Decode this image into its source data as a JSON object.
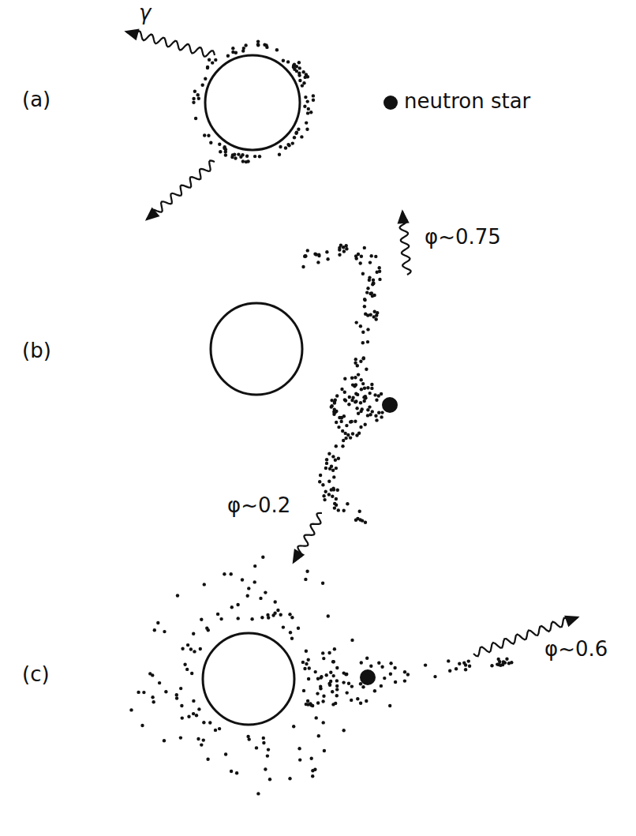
{
  "diagram": {
    "labels": [
      "(a)",
      "γ",
      "neutron star",
      "(b)",
      "φ~0.75",
      "φ~0.2",
      "(c)",
      "φ~0.6"
    ]
  }
}
